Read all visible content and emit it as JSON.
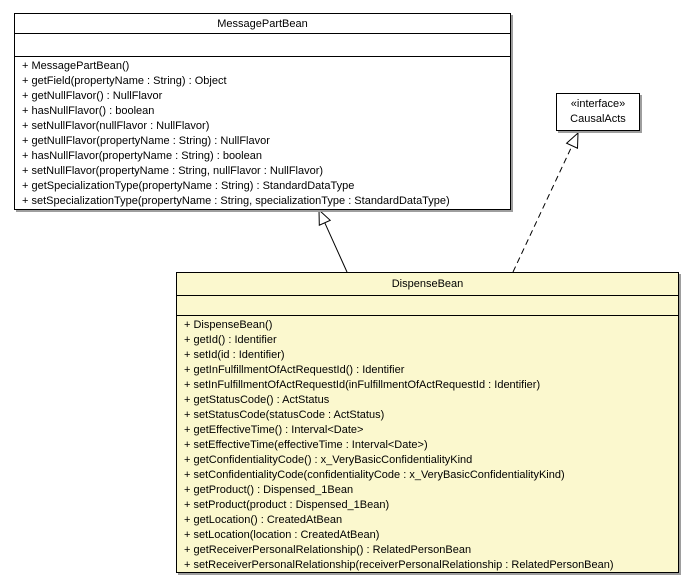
{
  "colors": {
    "class_fill": "#ffffff",
    "highlight_fill": "#fbf8ce",
    "border": "#000000",
    "shadow": "#9e9e9e"
  },
  "message_part_bean": {
    "name": "MessagePartBean",
    "attributes": [],
    "methods": [
      "+ MessagePartBean()",
      "+ getField(propertyName : String) : Object",
      "+ getNullFlavor() : NullFlavor",
      "+ hasNullFlavor() : boolean",
      "+ setNullFlavor(nullFlavor : NullFlavor)",
      "+ getNullFlavor(propertyName : String) : NullFlavor",
      "+ hasNullFlavor(propertyName : String) : boolean",
      "+ setNullFlavor(propertyName : String, nullFlavor : NullFlavor)",
      "+ getSpecializationType(propertyName : String) : StandardDataType",
      "+ setSpecializationType(propertyName : String, specializationType : StandardDataType)"
    ]
  },
  "causal_acts": {
    "stereotype": "«interface»",
    "name": "CausalActs"
  },
  "dispense_bean": {
    "name": "DispenseBean",
    "attributes": [],
    "methods": [
      "+ DispenseBean()",
      "+ getId() : Identifier",
      "+ setId(id : Identifier)",
      "+ getInFulfillmentOfActRequestId() : Identifier",
      "+ setInFulfillmentOfActRequestId(inFulfillmentOfActRequestId : Identifier)",
      "+ getStatusCode() : ActStatus",
      "+ setStatusCode(statusCode : ActStatus)",
      "+ getEffectiveTime() : Interval<Date>",
      "+ setEffectiveTime(effectiveTime : Interval<Date>)",
      "+ getConfidentialityCode() : x_VeryBasicConfidentialityKind",
      "+ setConfidentialityCode(confidentialityCode : x_VeryBasicConfidentialityKind)",
      "+ getProduct() : Dispensed_1Bean",
      "+ setProduct(product : Dispensed_1Bean)",
      "+ getLocation() : CreatedAtBean",
      "+ setLocation(location : CreatedAtBean)",
      "+ getReceiverPersonalRelationship() : RelatedPersonBean",
      "+ setReceiverPersonalRelationship(receiverPersonalRelationship : RelatedPersonBean)"
    ]
  },
  "relationships": [
    {
      "type": "generalization",
      "from": "DispenseBean",
      "to": "MessagePartBean"
    },
    {
      "type": "realization",
      "from": "DispenseBean",
      "to": "CausalActs"
    }
  ]
}
